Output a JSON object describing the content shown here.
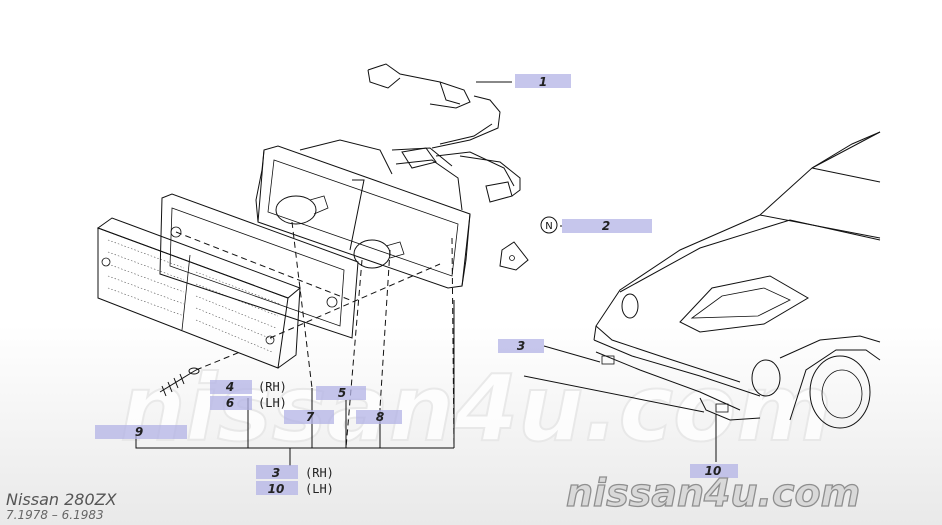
{
  "watermark": "nissan4u.com",
  "site_logo": "nissan4u.com",
  "model": "Nissan 280ZX",
  "dates": "7.1978 – 6.1983",
  "callouts": {
    "p1": "1",
    "p2": "2",
    "p3_car": "3",
    "p4": "4",
    "p4_side": "(RH)",
    "p6": "6",
    "p6_side": "(LH)",
    "p5": "5",
    "p7": "7",
    "p8": "8",
    "p9": "9",
    "p3_bottom": "3",
    "p3_side": "(RH)",
    "p10_bottom": "10",
    "p10_side": "(LH)",
    "p10_car": "10",
    "nut_symbol": "N"
  }
}
